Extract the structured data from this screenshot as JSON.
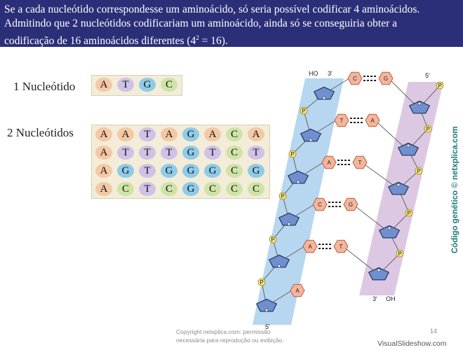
{
  "header": {
    "line1": "Se a cada nucleótido correspondesse um aminoácido, só seria possível codificar 4 aminoácidos.",
    "line2": "Admitindo que 2 nucleótidos codificariam um aminoácido, ainda só se conseguiria obter a",
    "line3_before": "codificação de 16 aminoácidos diferentes (4",
    "line3_sup": "2",
    "line3_after": " = 16)."
  },
  "one_nucleotide": {
    "label": "1 Nucleótido",
    "bases": [
      "A",
      "T",
      "G",
      "C"
    ]
  },
  "two_nucleotides": {
    "label": "2 Nucleótidos",
    "rows": [
      [
        "A",
        "A",
        "T",
        "A",
        "G",
        "A",
        "C",
        "A"
      ],
      [
        "A",
        "T",
        "T",
        "T",
        "G",
        "T",
        "C",
        "T"
      ],
      [
        "A",
        "G",
        "T",
        "G",
        "G",
        "G",
        "C",
        "G"
      ],
      [
        "A",
        "C",
        "T",
        "C",
        "G",
        "C",
        "C",
        "C"
      ]
    ]
  },
  "base_colors": {
    "A": "#f3c9a5",
    "T": "#cfc2e6",
    "G": "#8fcbe8",
    "C": "#cfe3a8"
  },
  "dna_figure": {
    "end_labels": {
      "ho": "HO",
      "top_3prime": "3′",
      "top_5prime": "5′",
      "bottom_3prime": "3′",
      "oh": "OH",
      "bottom_5prime": "5′"
    },
    "phosphate": "P",
    "pairs": [
      {
        "left": "C",
        "right": "G"
      },
      {
        "left": "T",
        "right": "A"
      },
      {
        "left": "A",
        "right": "T"
      },
      {
        "left": "C",
        "right": "G"
      },
      {
        "left": "A",
        "right": "T"
      },
      {
        "left": "A",
        "right": ""
      }
    ]
  },
  "side_credit": "Código genético © netxplica.com",
  "copyright": {
    "line1": "Copyright netxplica.com: permissão",
    "line2": "necessária para reprodução ou exibição."
  },
  "page_number": "14",
  "watermark": "VisualSlideshow.com"
}
